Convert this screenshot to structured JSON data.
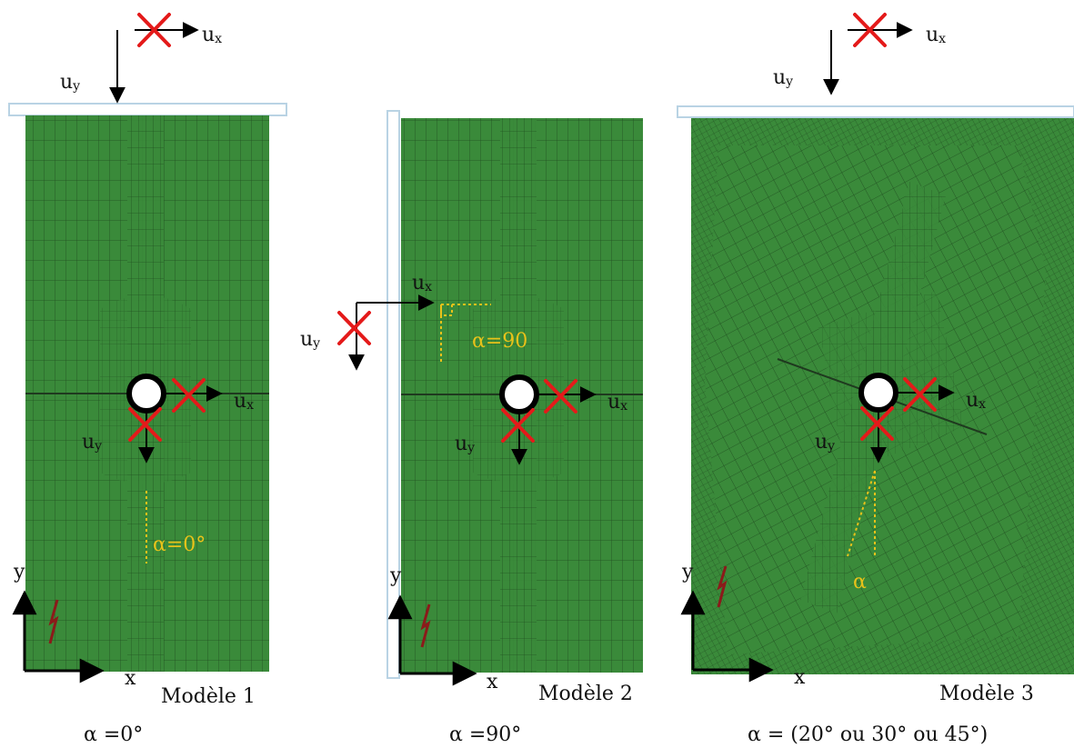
{
  "models": [
    {
      "name": "Modèle 1",
      "caption": "α =0°",
      "alpha_label": "α=0°",
      "ux_label": "u",
      "ux_sub": "x",
      "uy_label": "u",
      "uy_sub": "y",
      "x_axis_label": "x",
      "y_axis_label": "y"
    },
    {
      "name": "Modèle 2",
      "caption": "α =90°",
      "alpha_label": "α=90",
      "ux_label": "u",
      "ux_sub": "x",
      "uy_label": "u",
      "uy_sub": "y",
      "x_axis_label": "x",
      "y_axis_label": "y"
    },
    {
      "name": "Modèle 3",
      "caption": "α = (20° ou 30° ou 45°)",
      "alpha_label": "α",
      "ux_label": "u",
      "ux_sub": "x",
      "uy_label": "u",
      "uy_sub": "y",
      "x_axis_label": "x",
      "y_axis_label": "y"
    }
  ],
  "colors": {
    "mesh_fill": "#3a8a3a",
    "mesh_line": "#1f4d1f",
    "constraint_cross": "#e41a1a",
    "alpha_line": "#e8c21a",
    "plate": "#b9d3e4",
    "crack_symbol": "#8b1a1a"
  }
}
